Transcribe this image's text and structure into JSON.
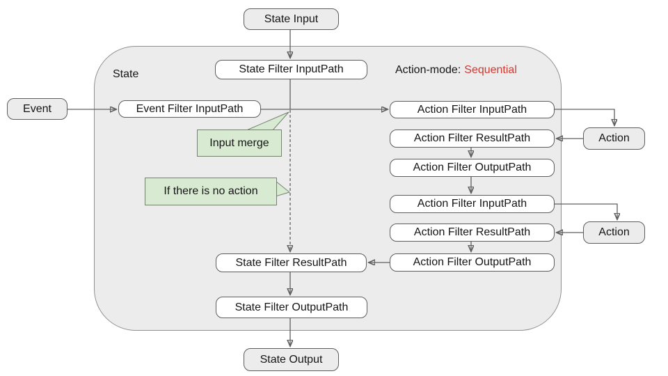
{
  "header": {
    "container_label": "State",
    "action_mode_label": "Action-mode:",
    "action_mode_value": "Sequential"
  },
  "nodes": {
    "state_input": {
      "label": "State Input"
    },
    "state_filter_inputpath": {
      "label": "State Filter InputPath"
    },
    "event": {
      "label": "Event"
    },
    "event_filter_inputpath": {
      "label": "Event Filter InputPath"
    },
    "action_filter_inputpath_1": {
      "label": "Action Filter InputPath"
    },
    "action_filter_resultpath_1": {
      "label": "Action Filter ResultPath"
    },
    "action_filter_outputpath_1": {
      "label": "Action Filter OutputPath"
    },
    "action_1": {
      "label": "Action"
    },
    "action_filter_inputpath_2": {
      "label": "Action Filter InputPath"
    },
    "action_filter_resultpath_2": {
      "label": "Action Filter ResultPath"
    },
    "action_filter_outputpath_2": {
      "label": "Action Filter OutputPath"
    },
    "action_2": {
      "label": "Action"
    },
    "state_filter_resultpath": {
      "label": "State Filter ResultPath"
    },
    "state_filter_outputpath": {
      "label": "State Filter OutputPath"
    },
    "state_output": {
      "label": "State Output"
    }
  },
  "callouts": {
    "input_merge": {
      "label": "Input merge"
    },
    "if_no_action": {
      "label": "If there is no action"
    }
  },
  "colors": {
    "action_mode_value_text": "#cc3b33",
    "container_fill": "#ececec",
    "gray_node_fill": "#ececec",
    "white_node_fill": "#ffffff",
    "callout_fill": "#d9ead3",
    "connector": "#5f5f5f"
  }
}
